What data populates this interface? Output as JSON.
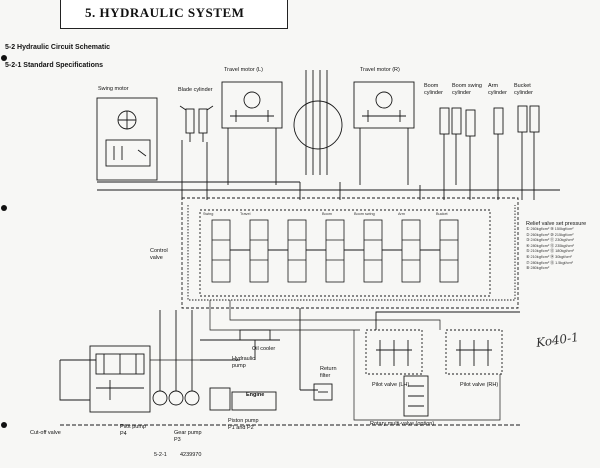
{
  "header": {
    "title": "5. HYDRAULIC SYSTEM"
  },
  "sections": {
    "schematic": "5-2 Hydraulic Circuit Schematic",
    "specs": "5-2-1 Standard Specifications"
  },
  "labels": {
    "swing_motor": "Swing motor",
    "blade_cylinder": "Blade cylinder",
    "travel_left": "Travel motor (L)",
    "travel_right": "Travel motor (R)",
    "boom_cyl": "Boom\ncylinder",
    "boom_swing_cyl": "Boom swing\ncylinder",
    "arm_cyl": "Arm\ncylinder",
    "bucket_cyl": "Bucket\ncylinder",
    "control_valve": "Control\nvalve",
    "oil_cooler": "Oil cooler",
    "hydraulic_pump": "Hydraulic\npump",
    "engine": "Engine",
    "return_filter": "Return\nfilter",
    "pilot_left": "Pilot valve (LH)",
    "pilot_right": "Pilot valve (RH)",
    "rotary_valve": "Rotary multi-valve (option)",
    "cutoff_valve": "Cut-off valve",
    "pilot_pump": "Pilot pump\nP4",
    "gear_pump": "Gear pump\nP3",
    "piston_pump": "Piston pump\nP1 and P2",
    "spool_labels": [
      "Swing",
      "Travel",
      "Boom",
      "Boom swing",
      "Arm",
      "Bucket"
    ]
  },
  "relief": {
    "title": "Relief valve set pressure",
    "rows": [
      "① 260kgf/cm²   ⑨ 150kgf/cm²",
      "② 260kgf/cm²   ⑩ 215kgf/cm²",
      "③ 240kgf/cm²   ⑪ 230kgf/cm²",
      "④ 280kgf/cm²   ⑫ 235kgf/cm²",
      "⑤ 210kgf/cm²   ⑬ 180kgf/cm²",
      "⑥ 210kgf/cm²   ⑭ 30kgf/cm²",
      "⑦ 280kgf/cm²   ⑮ 1.5kgf/cm²",
      "⑧ 280kgf/cm²"
    ]
  },
  "footer": {
    "page": "5-2-1",
    "code": "4239970"
  },
  "handwriting": "Ko40-1"
}
